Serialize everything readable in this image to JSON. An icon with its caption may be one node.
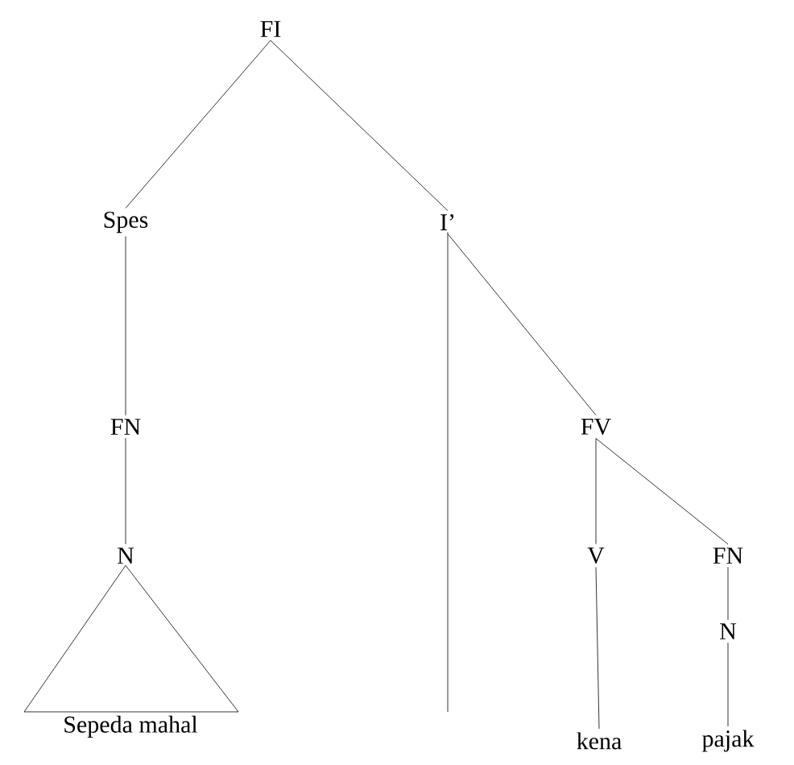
{
  "diagram": {
    "nodes": [
      {
        "text": [
          "FI"
        ]
      },
      {
        "text": [
          "Spes"
        ]
      },
      {
        "text": [
          "I’"
        ]
      },
      {
        "text": [
          "FN"
        ]
      },
      {
        "text": [
          "N"
        ]
      },
      {
        "text": [],
        "shape": "triangle",
        "beside": [
          "Sepeda mahal"
        ]
      },
      {
        "text": [
          "FV"
        ]
      },
      {
        "text": [
          "V"
        ]
      },
      {
        "text": [
          "FN"
        ]
      },
      {
        "text": [
          "kena"
        ]
      },
      {
        "text": [
          "N"
        ]
      },
      {
        "text": [
          "pajak"
        ]
      }
    ],
    "edges": [
      {
        "from": 0,
        "to": 1,
        "arrow": "none"
      },
      {
        "from": 0,
        "to": 2,
        "arrow": "none"
      },
      {
        "from": 1,
        "to": 3,
        "arrow": "none"
      },
      {
        "from": 3,
        "to": 4,
        "arrow": "none"
      },
      {
        "from": 2,
        "to": null,
        "arrow": "none"
      },
      {
        "from": 2,
        "to": 6,
        "arrow": "none"
      },
      {
        "from": 6,
        "to": 7,
        "arrow": "none"
      },
      {
        "from": 6,
        "to": 8,
        "arrow": "none"
      },
      {
        "from": 7,
        "to": 9,
        "arrow": "none"
      },
      {
        "from": 8,
        "to": 10,
        "arrow": "none"
      },
      {
        "from": 10,
        "to": 11,
        "arrow": "none"
      }
    ]
  }
}
